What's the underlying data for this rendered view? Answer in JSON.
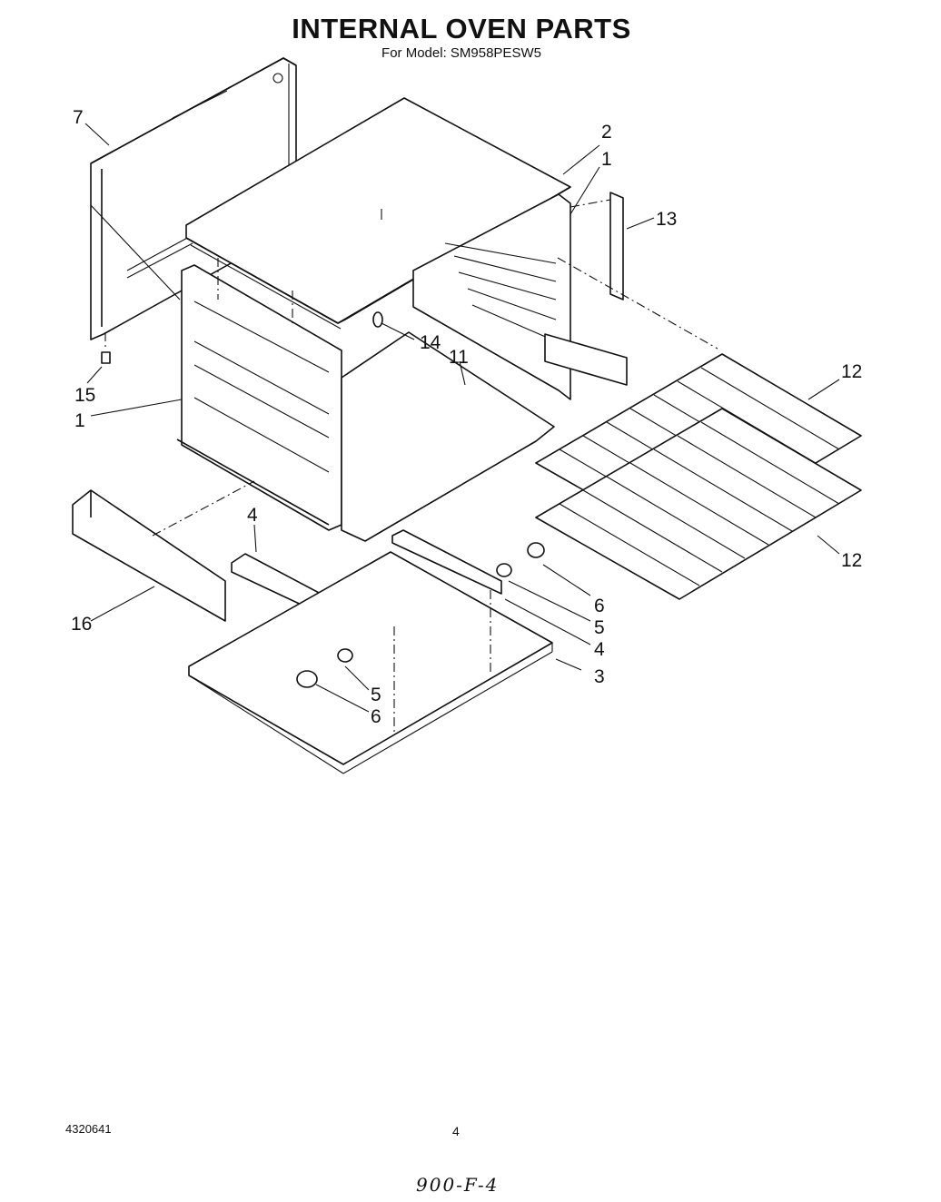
{
  "title": "INTERNAL OVEN PARTS",
  "subtitle": "For Model: SM958PESW5",
  "footer": {
    "doc_number": "4320641",
    "page_number": "4",
    "handwritten_note": "900-F-4"
  },
  "callouts": [
    {
      "id": "c7",
      "label": "7"
    },
    {
      "id": "c2",
      "label": "2"
    },
    {
      "id": "c1a",
      "label": "1"
    },
    {
      "id": "c13",
      "label": "13"
    },
    {
      "id": "c14",
      "label": "14"
    },
    {
      "id": "c11",
      "label": "11"
    },
    {
      "id": "c15",
      "label": "15"
    },
    {
      "id": "c1b",
      "label": "1"
    },
    {
      "id": "c12a",
      "label": "12"
    },
    {
      "id": "c12b",
      "label": "12"
    },
    {
      "id": "c4a",
      "label": "4"
    },
    {
      "id": "c16",
      "label": "16"
    },
    {
      "id": "c6a",
      "label": "6"
    },
    {
      "id": "c5a",
      "label": "5"
    },
    {
      "id": "c4b",
      "label": "4"
    },
    {
      "id": "c3",
      "label": "3"
    },
    {
      "id": "c5b",
      "label": "5"
    },
    {
      "id": "c6b",
      "label": "6"
    }
  ]
}
